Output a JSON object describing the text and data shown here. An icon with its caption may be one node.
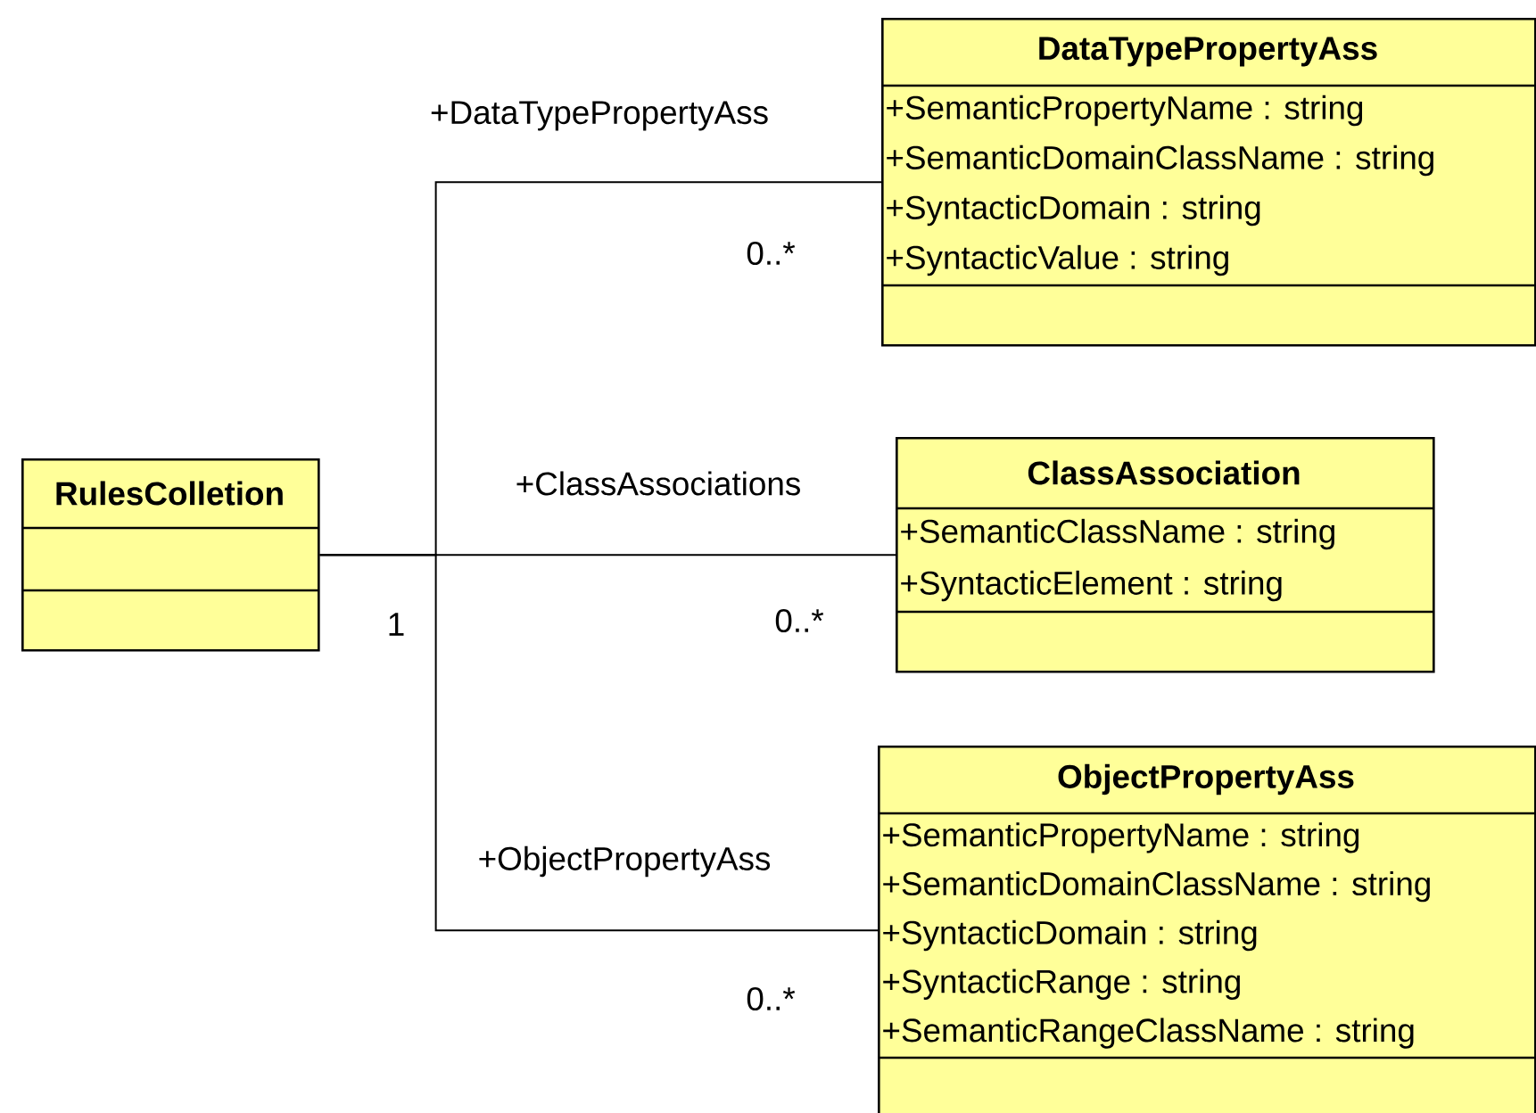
{
  "diagram": {
    "nodes": [
      {
        "text": [
          "RulesColletion"
        ]
      },
      {
        "text": [
          "DataTypePropertyAss",
          "+SemanticPropertyName : string",
          "+SemanticDomainClassName : string",
          "+SyntacticDomain : string",
          "+SyntacticValue : string"
        ]
      },
      {
        "text": [
          "ClassAssociation",
          "+SemanticClassName : string",
          "+SyntacticElement : string"
        ]
      },
      {
        "text": [
          "ObjectPropertyAss",
          "+SemanticPropertyName : string",
          "+SemanticDomainClassName : string",
          "+SyntacticDomain : string",
          "+SyntacticRange : string",
          "+SemanticRangeClassName : string"
        ]
      }
    ],
    "edges": [
      {
        "from": 0,
        "to": 1,
        "arrow": "none",
        "label": "+DataTypePropertyAss"
      },
      {
        "from": 0,
        "to": 2,
        "arrow": "none",
        "label": "+ClassAssociations"
      },
      {
        "from": 0,
        "to": 3,
        "arrow": "none",
        "label": "+ObjectPropertyAss"
      }
    ],
    "labels": [
      "0..*",
      "0..*",
      "1",
      "0..*"
    ]
  }
}
